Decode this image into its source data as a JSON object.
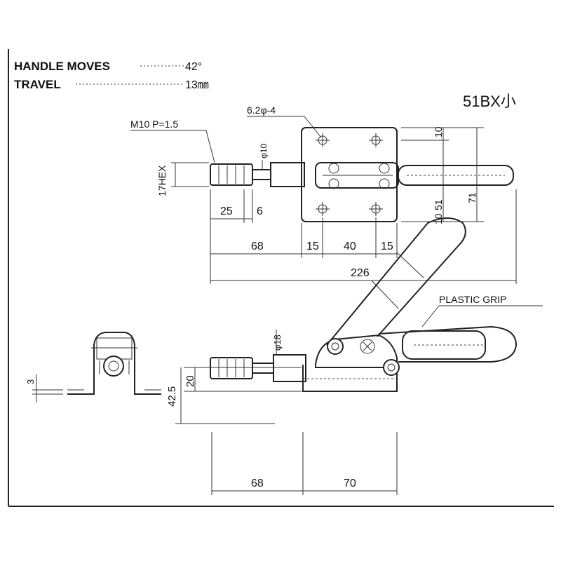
{
  "notes": {
    "handle_moves_label": "HANDLE MOVES",
    "handle_moves_value": "42°",
    "travel_label": "TRAVEL",
    "travel_value": "13㎜"
  },
  "model": "51BX小",
  "callouts": {
    "holes": "6.2φ-4",
    "thread": "M10 P=1.5",
    "hex": "17HEX",
    "rod_dia": "φ10",
    "plastic_grip": "PLASTIC GRIP",
    "pin_dia": "φ18"
  },
  "dimensions": {
    "top_v_10": "10",
    "top_v_51": "51",
    "top_v_71": "71",
    "top_v_10b": "10",
    "top_25": "25",
    "top_6": "6",
    "top_68": "68",
    "top_15a": "15",
    "top_40": "40",
    "top_15b": "15",
    "top_226": "226",
    "side_3": "3",
    "side_20": "20",
    "side_42_5": "42.5",
    "bottom_68": "68",
    "bottom_70": "70"
  }
}
